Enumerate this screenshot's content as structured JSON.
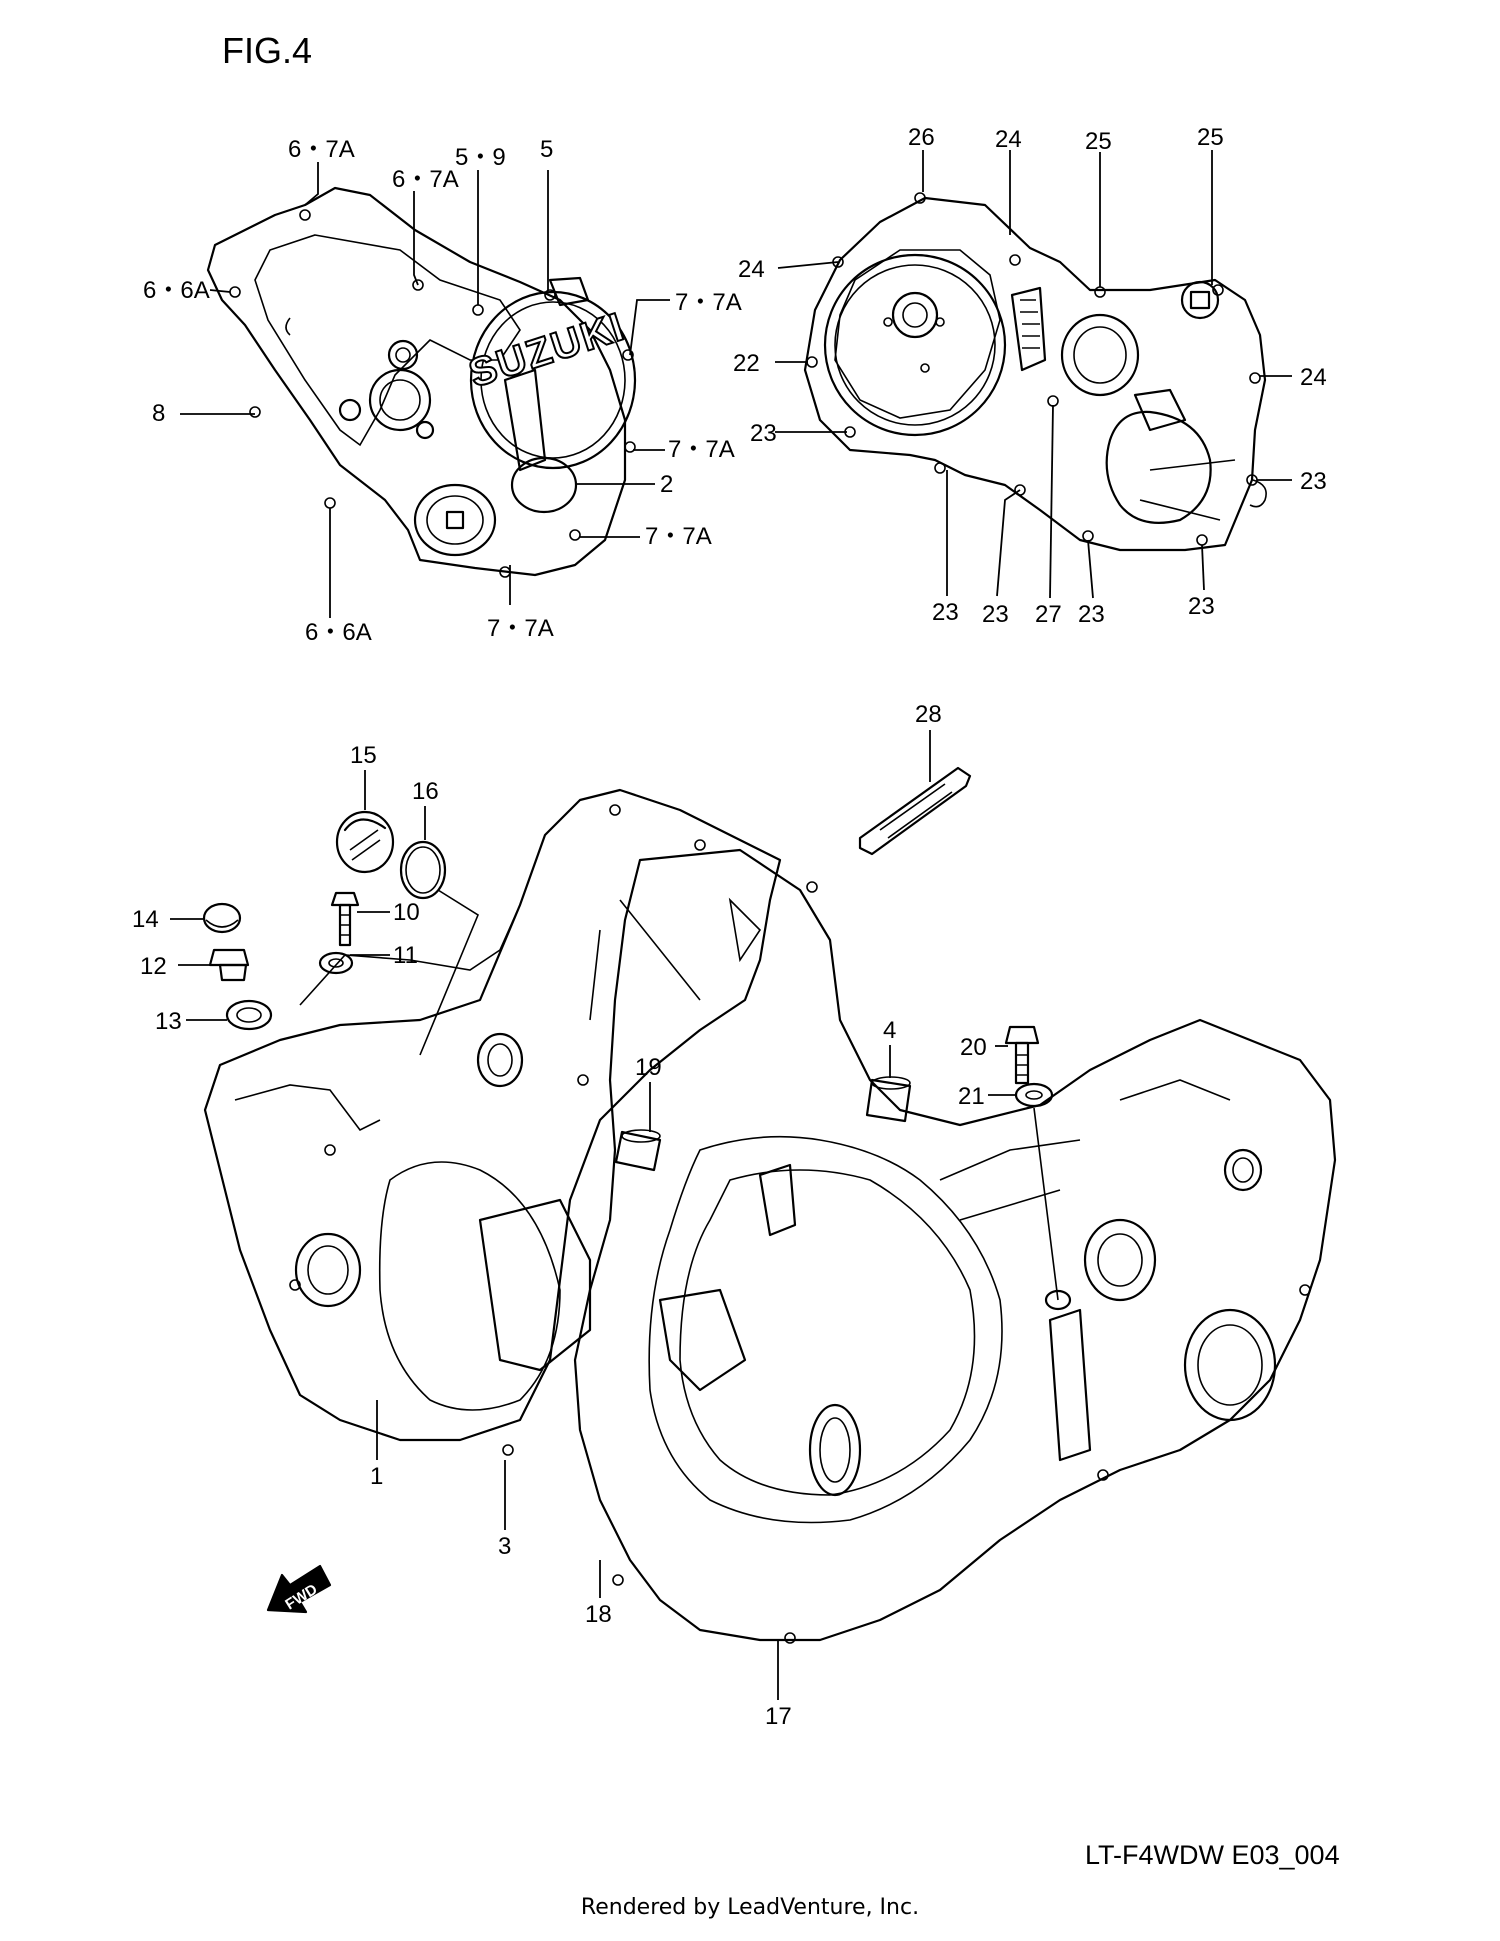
{
  "figure": {
    "title": "FIG.4",
    "drawing_code": "LT-F4WDW E03_004",
    "footer": "Rendered by LeadVenture, Inc."
  },
  "logo_text": "SUZUKI",
  "fwd_label": "FWD",
  "callouts": [
    {
      "id": "c1",
      "label": "6・7A"
    },
    {
      "id": "c2",
      "label": "6・7A"
    },
    {
      "id": "c3",
      "label": "5・9"
    },
    {
      "id": "c4",
      "label": "5"
    },
    {
      "id": "c5",
      "label": "6・6A"
    },
    {
      "id": "c6",
      "label": "7・7A"
    },
    {
      "id": "c7",
      "label": "8"
    },
    {
      "id": "c8",
      "label": "7・7A"
    },
    {
      "id": "c9",
      "label": "2"
    },
    {
      "id": "c10",
      "label": "7・7A"
    },
    {
      "id": "c11",
      "label": "6・6A"
    },
    {
      "id": "c12",
      "label": "7・7A"
    },
    {
      "id": "c13",
      "label": "26"
    },
    {
      "id": "c14",
      "label": "24"
    },
    {
      "id": "c15",
      "label": "25"
    },
    {
      "id": "c16",
      "label": "25"
    },
    {
      "id": "c17",
      "label": "24"
    },
    {
      "id": "c18",
      "label": "22"
    },
    {
      "id": "c19",
      "label": "24"
    },
    {
      "id": "c20",
      "label": "23"
    },
    {
      "id": "c21",
      "label": "23"
    },
    {
      "id": "c22",
      "label": "23"
    },
    {
      "id": "c23",
      "label": "23"
    },
    {
      "id": "c24",
      "label": "27"
    },
    {
      "id": "c25",
      "label": "23"
    },
    {
      "id": "c26",
      "label": "23"
    },
    {
      "id": "c27",
      "label": "28"
    },
    {
      "id": "c28",
      "label": "15"
    },
    {
      "id": "c29",
      "label": "16"
    },
    {
      "id": "c30",
      "label": "14"
    },
    {
      "id": "c31",
      "label": "10"
    },
    {
      "id": "c32",
      "label": "12"
    },
    {
      "id": "c33",
      "label": "11"
    },
    {
      "id": "c34",
      "label": "13"
    },
    {
      "id": "c35",
      "label": "4"
    },
    {
      "id": "c36",
      "label": "20"
    },
    {
      "id": "c37",
      "label": "19"
    },
    {
      "id": "c38",
      "label": "21"
    },
    {
      "id": "c39",
      "label": "1"
    },
    {
      "id": "c40",
      "label": "3"
    },
    {
      "id": "c41",
      "label": "18"
    },
    {
      "id": "c42",
      "label": "17"
    }
  ]
}
